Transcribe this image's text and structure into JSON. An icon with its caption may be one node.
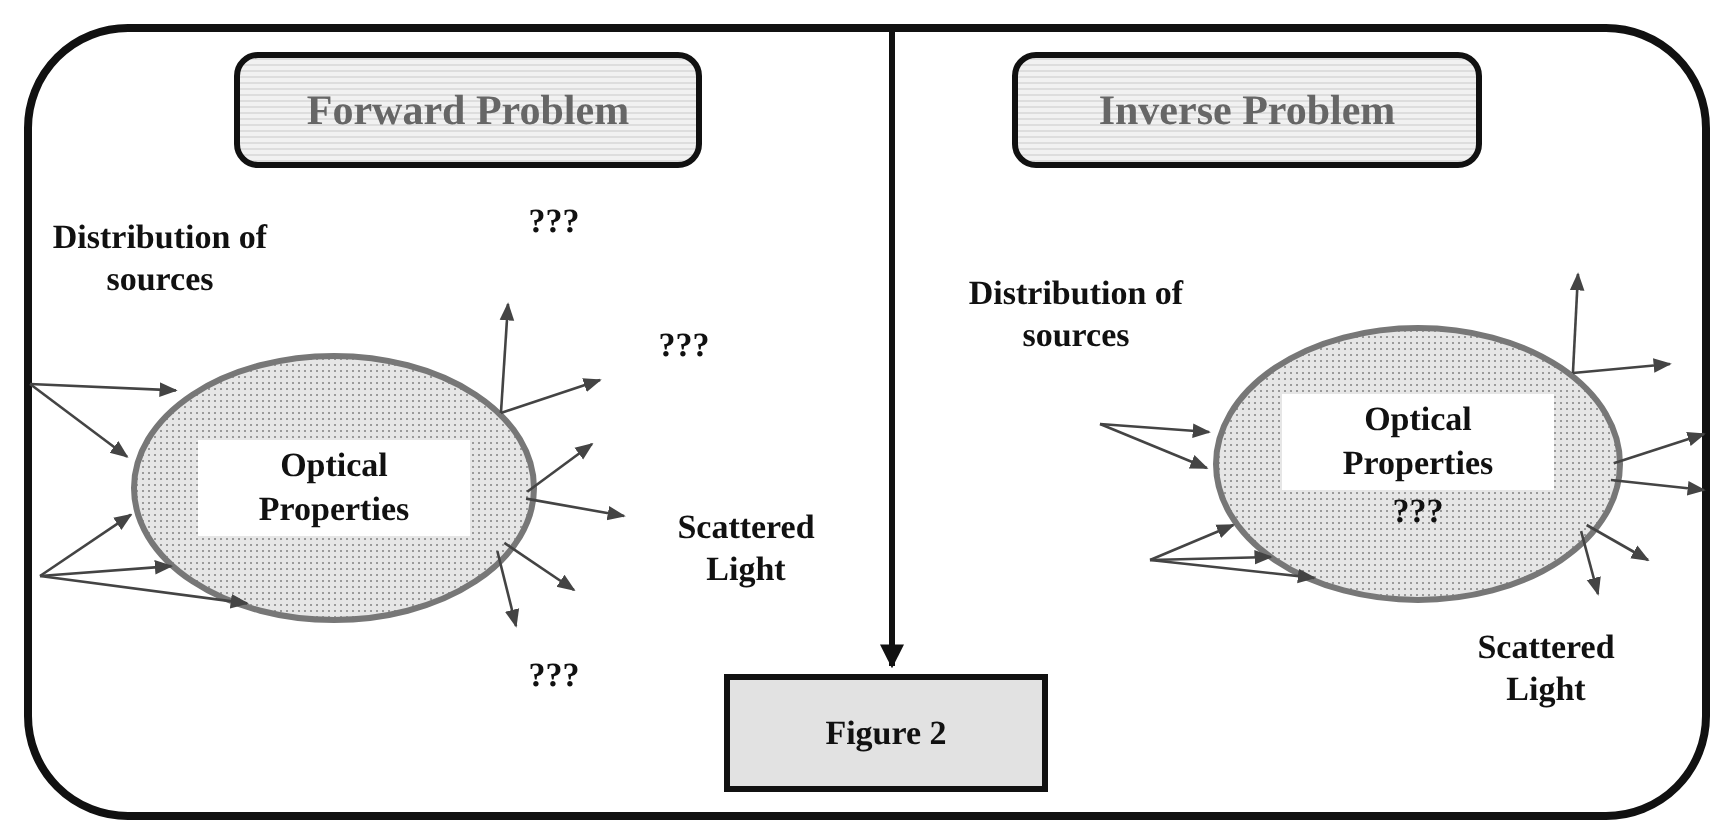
{
  "diagram": {
    "nodes": [
      {
        "text": [],
        "shape": "box"
      },
      {
        "text": [
          "Forward Problem"
        ],
        "in": 0
      },
      {
        "text": [
          "Optical Properties"
        ],
        "in": 0
      },
      {
        "text": [
          "Inverse Problem"
        ],
        "in": 0
      },
      {
        "text": [
          "Optical Properties",
          "???"
        ],
        "in": 0
      },
      {
        "text": [
          "Figure 2"
        ],
        "in": 0
      }
    ],
    "edges": [
      {
        "from": 0,
        "to": 5,
        "arrow": "to",
        "style": "thick"
      },
      {
        "from": null,
        "to": 2,
        "arrow": "to"
      },
      {
        "from": null,
        "to": 2,
        "arrow": "to"
      },
      {
        "from": null,
        "to": 2,
        "arrow": "to"
      },
      {
        "from": null,
        "to": 2,
        "arrow": "to"
      },
      {
        "from": null,
        "to": 2,
        "arrow": "to"
      },
      {
        "from": 2,
        "to": null,
        "arrow": "to"
      },
      {
        "from": 2,
        "to": null,
        "arrow": "to"
      },
      {
        "from": 2,
        "to": null,
        "arrow": "to"
      },
      {
        "from": 2,
        "to": null,
        "arrow": "to"
      },
      {
        "from": 2,
        "to": null,
        "arrow": "to"
      },
      {
        "from": 2,
        "to": null,
        "arrow": "to"
      },
      {
        "from": null,
        "to": 4,
        "arrow": "to"
      },
      {
        "from": null,
        "to": 4,
        "arrow": "to"
      },
      {
        "from": null,
        "to": 4,
        "arrow": "to"
      },
      {
        "from": null,
        "to": 4,
        "arrow": "to"
      },
      {
        "from": null,
        "to": 4,
        "arrow": "to"
      },
      {
        "from": 4,
        "to": null,
        "arrow": "to"
      },
      {
        "from": 4,
        "to": null,
        "arrow": "to"
      },
      {
        "from": 4,
        "to": null,
        "arrow": "to"
      },
      {
        "from": 4,
        "to": null,
        "arrow": "to"
      },
      {
        "from": 4,
        "to": null,
        "arrow": "to"
      },
      {
        "from": 4,
        "to": null,
        "arrow": "to"
      }
    ],
    "labels": [
      "???",
      "Distribution of sources",
      "???",
      "Scattered Light",
      "???",
      "Distribution of sources",
      "Scattered Light"
    ]
  }
}
